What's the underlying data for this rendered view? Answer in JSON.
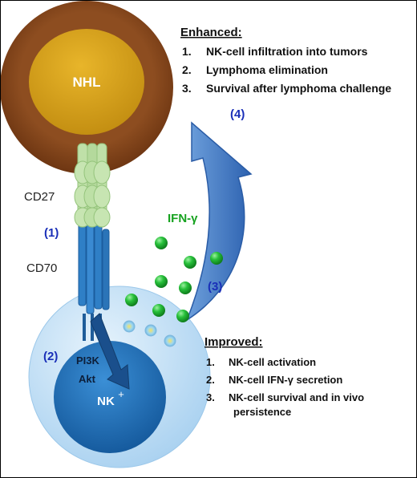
{
  "colors": {
    "nhl_outer": "#8a4a1e",
    "nhl_inner": "#d19a1a",
    "cd27": "#b9d9a4",
    "cd70": "#2f7fc6",
    "nk_outer": "#cfe6f8",
    "nk_inner": "#1f6fb3",
    "arrow": "#3a73c0",
    "ifn_dot": "#1fb530",
    "number_label": "#1a2fb8",
    "ifn_label": "#16a21f"
  },
  "labels": {
    "nhl": "NHL",
    "cd27": "CD27",
    "cd70": "CD70",
    "ifn": "IFN-γ",
    "pi3k": "PI3K",
    "akt": "Akt",
    "nk": "NK",
    "nk_sup": "+",
    "step1": "(1)",
    "step2": "(2)",
    "step3": "(3)",
    "step4": "(4)"
  },
  "enhanced": {
    "heading": "Enhanced:",
    "items": [
      {
        "num": "1.",
        "text": "NK-cell infiltration into tumors"
      },
      {
        "num": "2.",
        "text": "Lymphoma elimination"
      },
      {
        "num": "3.",
        "text": "Survival after lymphoma challenge"
      }
    ]
  },
  "improved": {
    "heading": "Improved:",
    "items": [
      {
        "num": "1.",
        "text": "NK-cell activation"
      },
      {
        "num": "2.",
        "text": "NK-cell IFN-γ secretion"
      },
      {
        "num": "3.",
        "text": "NK-cell survival and in vivo",
        "text2": "persistence"
      }
    ]
  }
}
